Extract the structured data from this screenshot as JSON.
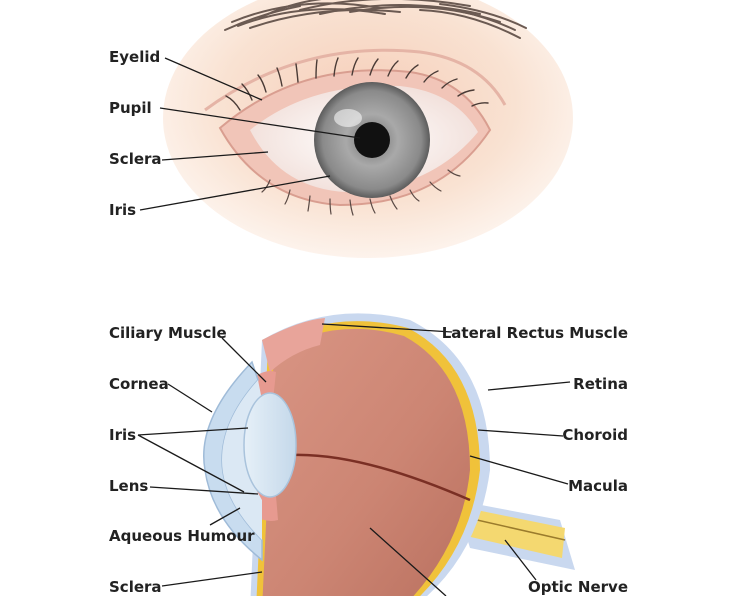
{
  "colors": {
    "label_text": "#222222",
    "leader_line": "#1a1a1a",
    "skin": "#f7dcc8",
    "iris": "#8f8f8f",
    "eyeball_inner": "#cf8a78",
    "choroid": "#f0c23a",
    "retina_outer": "#c9d8ef",
    "optic_nerve": "#f4d870"
  },
  "outer_eye": {
    "labels": {
      "eyelid": "Eyelid",
      "pupil": "Pupil",
      "sclera": "Sclera",
      "iris": "Iris"
    }
  },
  "cross_section": {
    "left_labels": {
      "ciliary_muscle": "Ciliary Muscle",
      "cornea": "Cornea",
      "iris": "Iris",
      "lens": "Lens",
      "aqueous_humour": "Aqueous Humour",
      "sclera": "Sclera"
    },
    "right_labels": {
      "lateral_rectus_muscle": "Lateral Rectus Muscle",
      "retina": "Retina",
      "choroid": "Choroid",
      "macula": "Macula",
      "optic_nerve": "Optic Nerve"
    }
  }
}
